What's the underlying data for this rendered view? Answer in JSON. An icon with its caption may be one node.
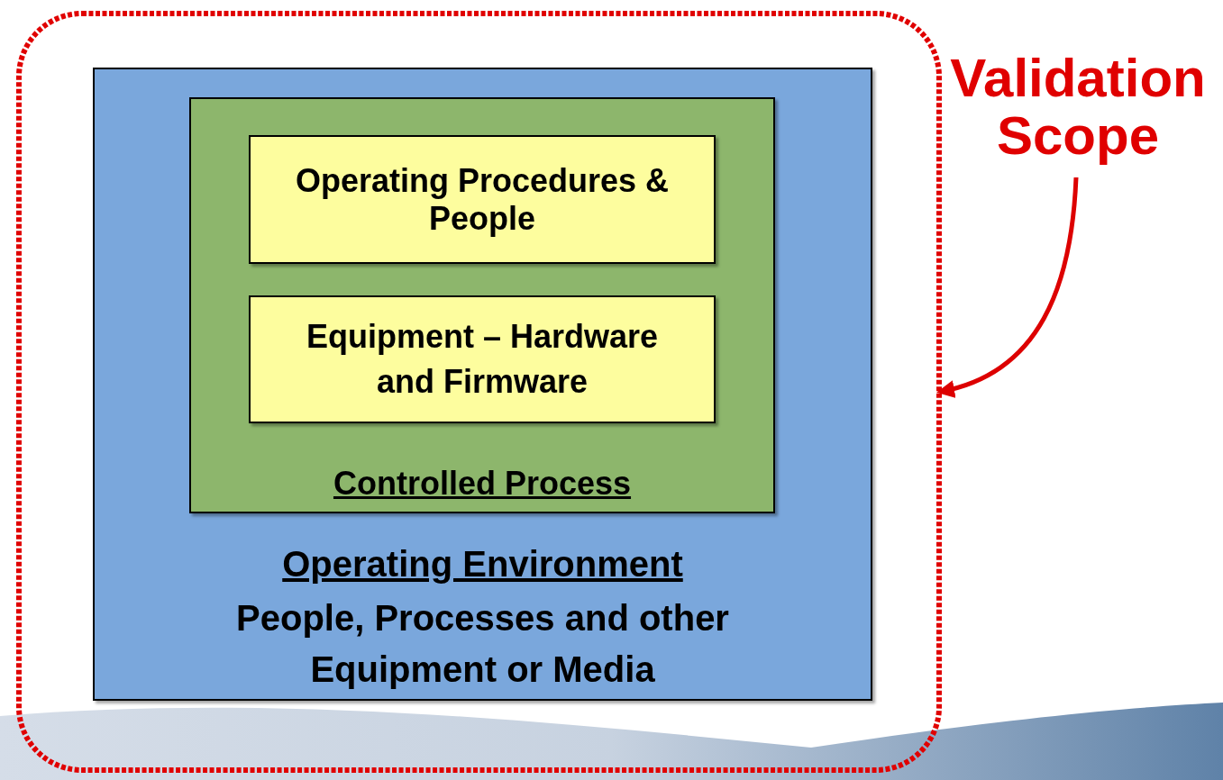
{
  "diagram": {
    "nodes": [
      {
        "text": [],
        "shape": "box"
      },
      {
        "text": [
          "Operating Environment",
          "People, Processes and other Equipment or Media"
        ],
        "in": 0
      },
      {
        "text": [
          "Controlled Process"
        ],
        "in": 1
      },
      {
        "text": [
          "Operating Procedures & People"
        ],
        "in": 2
      },
      {
        "text": [
          "Equipment – Hardware and Firmware"
        ],
        "in": 2
      },
      {
        "text": [
          "Validation Scope"
        ]
      }
    ],
    "edges": [
      {
        "from": 5,
        "to": 0,
        "arrow": "to",
        "color": "#dd0000"
      }
    ]
  }
}
